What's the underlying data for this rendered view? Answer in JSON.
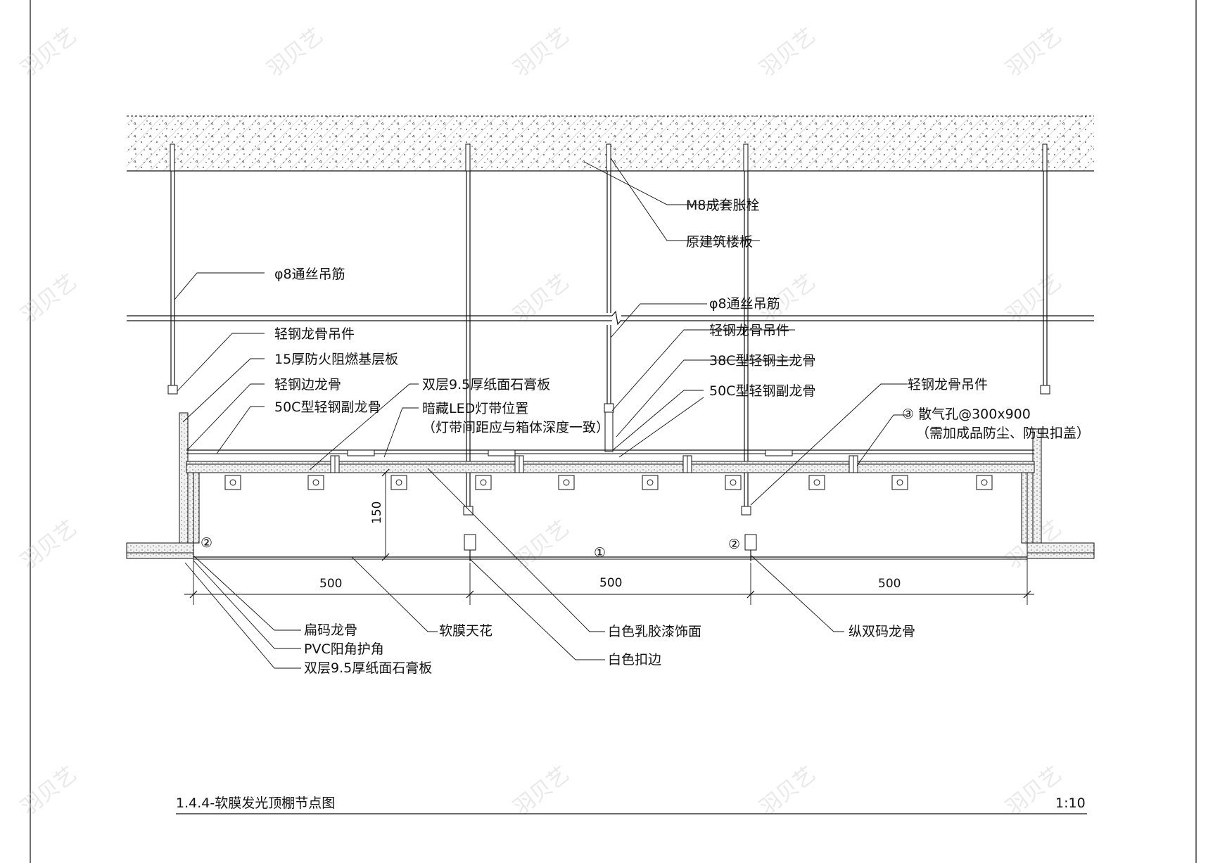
{
  "drawing": {
    "title": "1.4.4-软膜发光顶棚节点图",
    "scale": "1:10",
    "watermark": "羽贝艺"
  },
  "labels": {
    "m8_anchor": "M8成套胀栓",
    "original_slab": "原建筑楼板",
    "rod_left": "φ8通丝吊筋",
    "rod_right": "φ8通丝吊筋",
    "hanger_left": "轻钢龙骨吊件",
    "hanger_mid": "轻钢龙骨吊件",
    "hanger_right": "轻钢龙骨吊件",
    "fire_board": "15厚防火阻燃基层板",
    "edge_keel": "轻钢边龙骨",
    "sub_keel_left": "50C型轻钢副龙骨",
    "double_gypsum_top": "双层9.5厚纸面石膏板",
    "led_strip_1": "暗藏LED灯带位置",
    "led_strip_2": "（灯带间距应与箱体深度一致）",
    "main_keel_38": "38C型轻钢主龙骨",
    "sub_keel_right": "50C型轻钢副龙骨",
    "vent_1": "③ 散气孔@300x900",
    "vent_2": "（需加成品防尘、防虫扣盖）",
    "flat_keel": "扁码龙骨",
    "pvc_corner": "PVC阳角护角",
    "double_gypsum_bottom": "双层9.5厚纸面石膏板",
    "soft_film": "软膜天花",
    "white_latex": "白色乳胶漆饰面",
    "white_trim": "白色扣边",
    "double_keel": "纵双码龙骨"
  },
  "markers": {
    "m1": "①",
    "m2a": "②",
    "m2b": "②"
  },
  "dimensions": {
    "depth": "150",
    "span1": "500",
    "span2": "500",
    "span3": "500"
  }
}
